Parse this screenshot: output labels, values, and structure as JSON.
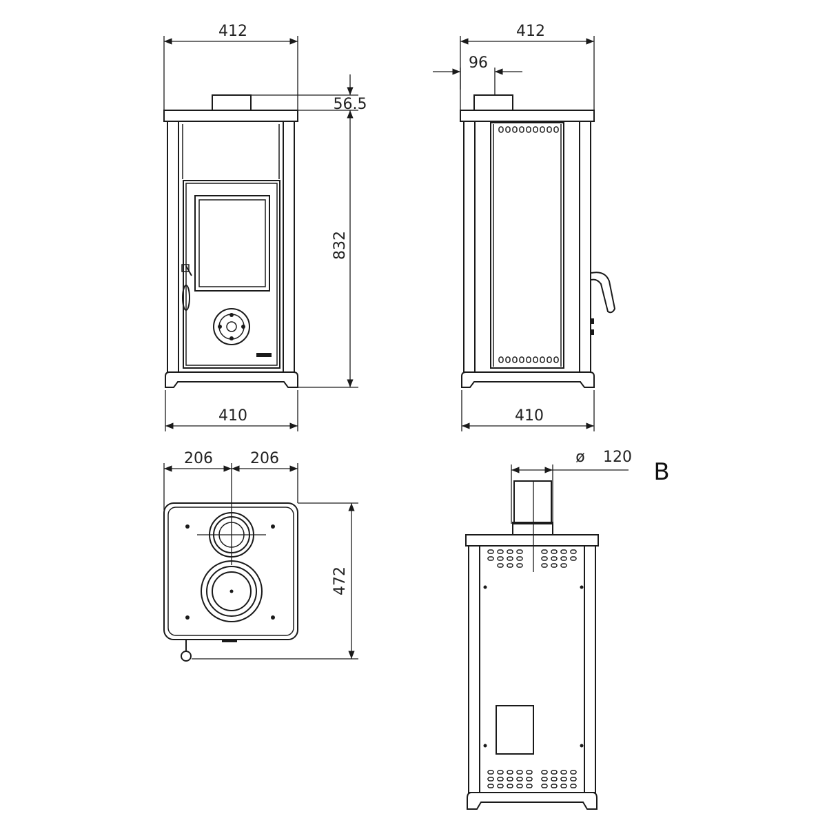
{
  "drawing": {
    "front_view": {
      "top_width": "412",
      "flue_height": "56.5",
      "height": "832",
      "bottom_width": "410"
    },
    "side_view": {
      "top_width": "412",
      "flue_offset": "96",
      "bottom_width": "410"
    },
    "top_view": {
      "left_half": "206",
      "right_half": "206",
      "depth": "472"
    },
    "rear_view": {
      "diameter_symbol": "ø",
      "flue_diameter": "120",
      "label": "B"
    }
  }
}
